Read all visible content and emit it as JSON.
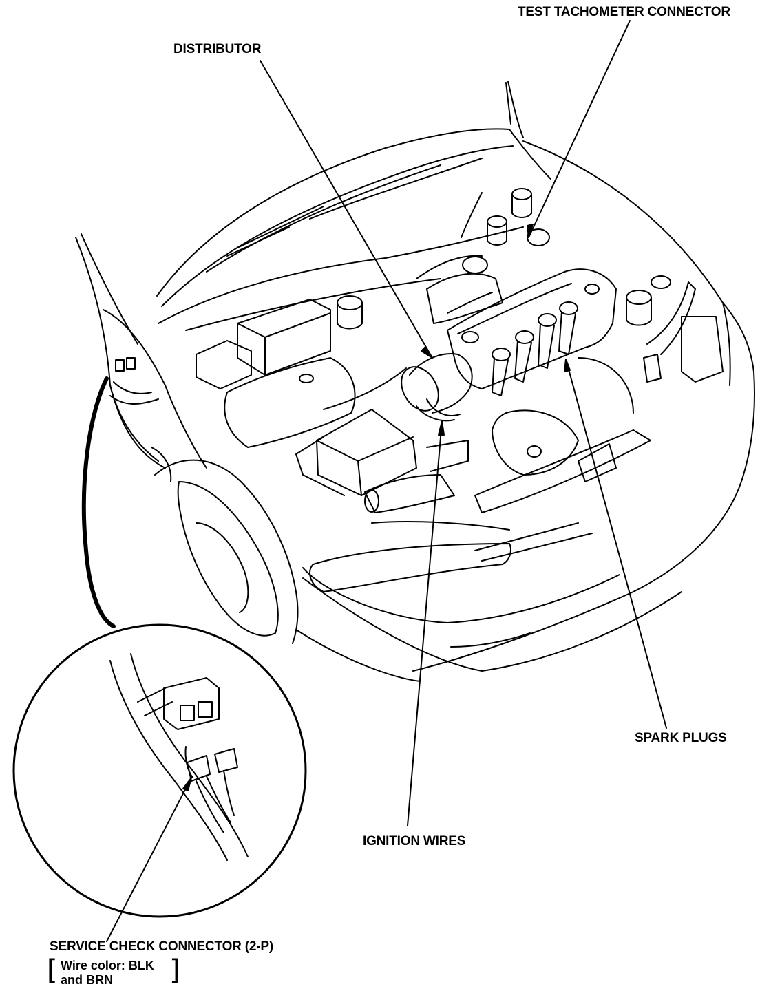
{
  "labels": {
    "distributor": "DISTRIBUTOR",
    "test_tach": "TEST TACHOMETER CONNECTOR",
    "spark_plugs": "SPARK PLUGS",
    "ignition_wires": "IGNITION WIRES",
    "service_check": "SERVICE CHECK CONNECTOR (2-P)",
    "wire_color_line1": "Wire color: BLK",
    "wire_color_line2": "and BRN"
  },
  "colors": {
    "line": "#000000",
    "background": "#ffffff"
  }
}
